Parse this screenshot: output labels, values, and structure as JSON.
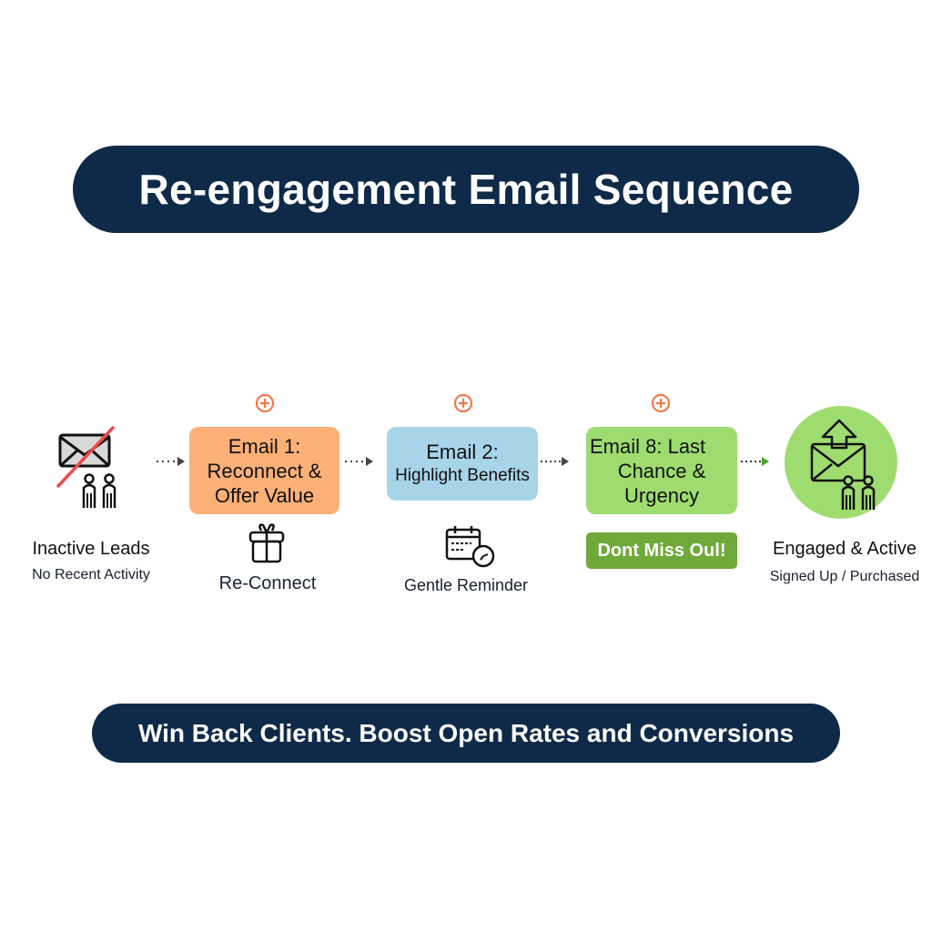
{
  "title": "Re-engagement Email Sequence",
  "footer": "Win Back Clients. Boost Open Rates and Conversions",
  "colors": {
    "navy": "#0f2a48",
    "orange": "#fbb077",
    "blue": "#a8d4ea",
    "green": "#9edc6f",
    "dark_green": "#6ea93a",
    "plus_orange": "#f07a4a",
    "strike_red": "#ef4b4b"
  },
  "start": {
    "icon": "crossed-envelope-with-people-icon",
    "label": "Inactive Leads",
    "sublabel": "No Recent Activity"
  },
  "steps": [
    {
      "icon_top": "add-circle-icon",
      "lines": [
        "Email 1:",
        "Reconnect &",
        "Offer Value"
      ],
      "icon_bottom": "gift-icon",
      "caption": "Re-Connect"
    },
    {
      "icon_top": "add-circle-icon",
      "lines": [
        "Email 2:",
        "Highlight Benefits"
      ],
      "icon_bottom": "calendar-clock-icon",
      "caption": "Gentle Reminder"
    },
    {
      "icon_top": "add-circle-icon",
      "lines": [
        "Email 8: Last",
        "Chance &",
        "Urgency"
      ],
      "badge": "Dont Miss Oul!"
    }
  ],
  "end": {
    "icon": "email-upload-with-people-icon",
    "label": "Engaged & Active",
    "sublabel": "Signed Up / Purchased"
  }
}
